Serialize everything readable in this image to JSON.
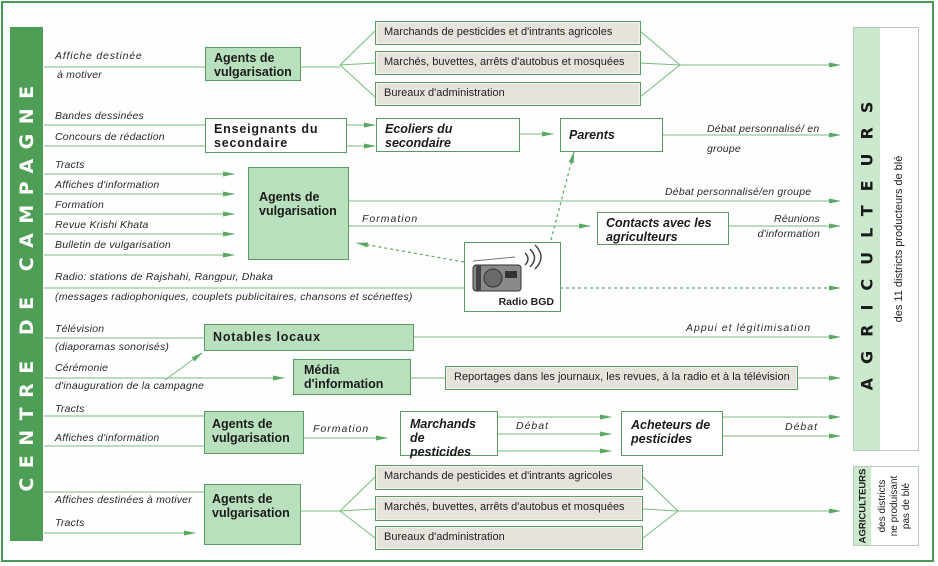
{
  "sidebar": {
    "title": "CENTRE DE CAMPAGNE"
  },
  "target_main": {
    "title": "AGRICULTEURS",
    "subtitle": "des 11 districts producteurs de blé"
  },
  "target_secondary": {
    "title": "AGRICULTEURS",
    "subtitle": "des districts\nne produisant\npas de blé"
  },
  "row1": {
    "inputs": [
      "Affiche destinée",
      "à motiver"
    ],
    "actor": "Agents de vulgarisation",
    "channels": [
      "Marchands de pesticides et d'intrants agricoles",
      "Marchés, buvettes, arrêts d'autobus et mosquées",
      "Bureaux d'administration"
    ]
  },
  "row2": {
    "inputs": [
      "Bandes dessinées",
      "Concours de rédaction"
    ],
    "actor": "Enseignants du secondaire",
    "middle": "Ecoliers du secondaire",
    "end": "Parents",
    "edge_label": "Débat personnalisé/ en groupe"
  },
  "row3": {
    "inputs": [
      "Tracts",
      "Affiches d'information",
      "Formation",
      "Revue Krishi Khata",
      "Bulletin de vulgarisation"
    ],
    "actor": "Agents de vulgarisation",
    "edge_top": "Débat personnalisé/en groupe",
    "edge_formation": "Formation",
    "contacts": "Contacts avec les agriculteurs",
    "edge_reunions": "Réunions d'information"
  },
  "radio": {
    "inputs": [
      "Radio: stations de Rajshahi, Rangpur, Dhaka",
      "(messages radiophoniques, couplets publicitaires, chansons et scénettes)"
    ],
    "label": "Radio BGD",
    "icon": "radio-icon"
  },
  "row4": {
    "inputs": [
      "Télévision",
      "(diaporamas sonorisés)"
    ],
    "actor": "Notables locaux",
    "edge_label": "Appui et légitimisation"
  },
  "row5": {
    "inputs": [
      "Cérémonie",
      "d'inauguration de la campagne"
    ],
    "actor": "Média d'information",
    "channel": "Reportages dans les journaux, les revues, à la radio et à la télévision"
  },
  "row6": {
    "inputs": [
      "Tracts",
      "Affiches d'information"
    ],
    "actor": "Agents de vulgarisation",
    "edge_formation": "Formation",
    "middle": "Marchands de pesticides",
    "edge_debat1": "Débat",
    "end": "Acheteurs de pesticides",
    "edge_debat2": "Débat"
  },
  "row7": {
    "inputs": [
      "Affiches destinées à motiver",
      "Tracts"
    ],
    "actor": "Agents de vulgarisation",
    "channels": [
      "Marchands de pesticides et d'intrants agricoles",
      "Marchés, buvettes, arrêts d'autobus et mosquées",
      "Bureaux d'administration"
    ]
  },
  "colors": {
    "green_dark": "#4e9e55",
    "green_light": "#b9e0bd",
    "line": "#6db072",
    "gray_box": "#e6e2dc"
  }
}
